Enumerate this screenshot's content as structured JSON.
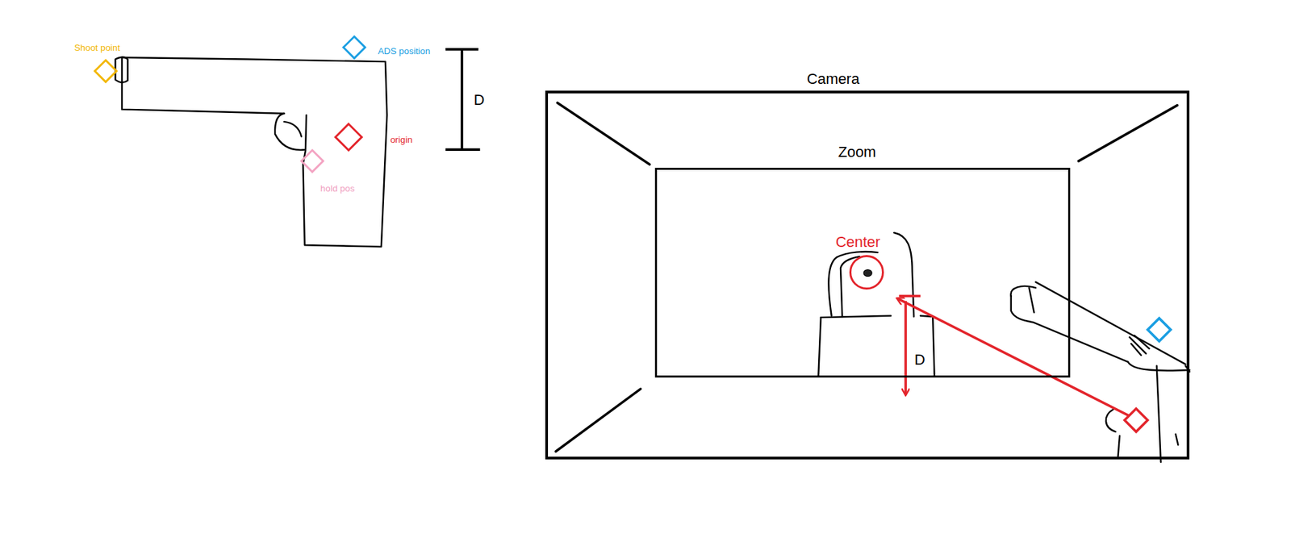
{
  "diagram": {
    "nodes": [
      {
        "text": [
          "Shoot point"
        ]
      },
      {
        "text": [
          "ADS position"
        ]
      },
      {
        "text": [
          "origin"
        ]
      },
      {
        "text": [
          "hold pos"
        ]
      },
      {
        "text": [
          "Camera"
        ]
      },
      {
        "text": [
          "Zoom"
        ],
        "in": 4
      },
      {
        "text": [
          "Center"
        ],
        "in": 5
      }
    ],
    "labels": [
      "D",
      "D"
    ]
  }
}
